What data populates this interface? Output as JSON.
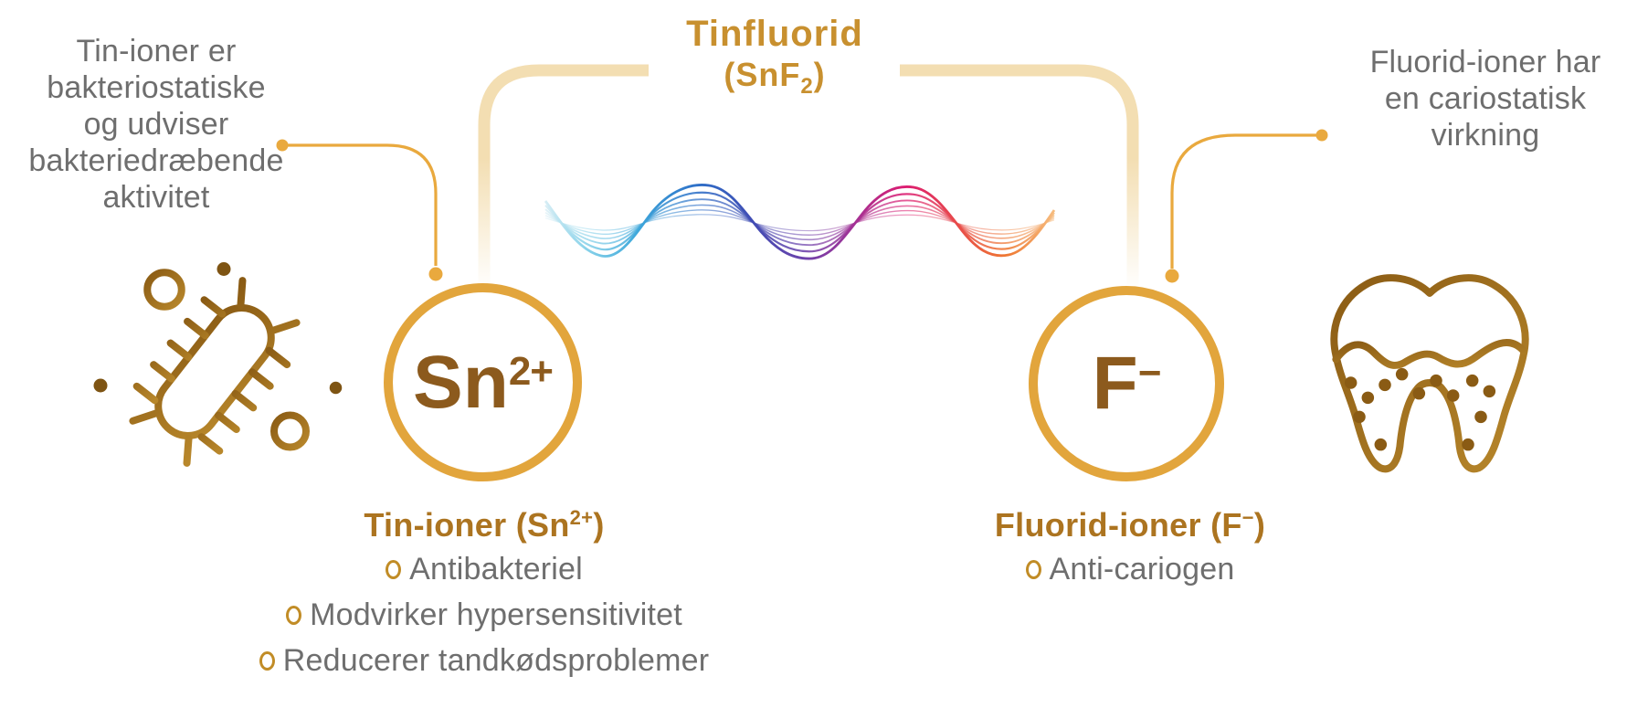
{
  "title": {
    "name": "Tinfluorid",
    "formula": {
      "pre": "(SnF",
      "sub": "2",
      "post": ")"
    }
  },
  "notes": {
    "left": "Tin-ioner er\nbakteriostatiske\nog udviser\nbakteriedræbende\naktivitet",
    "right": "Fluorid-ioner har\nen cariostatisk\nvirkning"
  },
  "tin": {
    "symbol": {
      "base": "Sn",
      "sup": "2+"
    },
    "heading": {
      "pre": "Tin-ioner (Sn",
      "sup": "2+",
      "post": ")"
    },
    "bullets": [
      "Antibakteriel",
      "Modvirker hypersensitivitet",
      "Reducerer tandkødsproblemer"
    ]
  },
  "fluoride": {
    "symbol": {
      "base": "F",
      "sup": "−"
    },
    "heading": {
      "pre": "Fluorid-ioner (F",
      "sup": "−",
      "post": ")"
    },
    "bullets": [
      "Anti-cariogen"
    ]
  },
  "icons": {
    "left": "bacteria-icon",
    "right": "tooth-icon",
    "center": "ion-bond-wave"
  },
  "colors": {
    "title_gold": "#C8902F",
    "heading_gold": "#AC7420",
    "ring_gold": "#E2A53C",
    "ion_text_brown": "#8C5A1D",
    "leader_gold": "#E9A93E",
    "bracket_tan": "#F3DEB2",
    "body_gray": "#6E6E6E",
    "icon_brown": "#96671C",
    "wave_start_cyan": "#BDE6F3",
    "wave_blue": "#2E6FC8",
    "wave_purple": "#6A43AC",
    "wave_magenta": "#DC1C71",
    "wave_orange": "#F29A3C"
  }
}
